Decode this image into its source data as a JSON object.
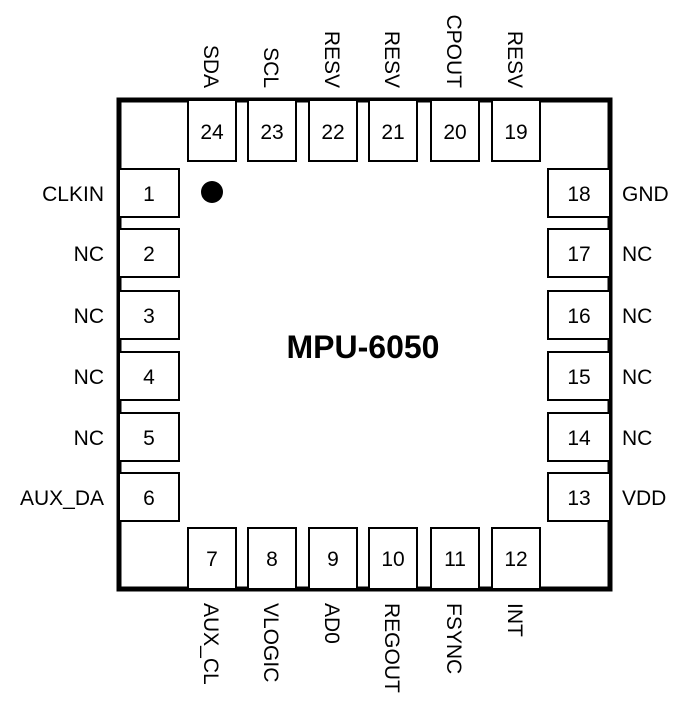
{
  "chip": {
    "name": "MPU-6050",
    "body_color": "#ffffff",
    "outline_color": "#000000"
  },
  "pins": {
    "left": [
      {
        "number": "1",
        "name": "CLKIN"
      },
      {
        "number": "2",
        "name": "NC"
      },
      {
        "number": "3",
        "name": "NC"
      },
      {
        "number": "4",
        "name": "NC"
      },
      {
        "number": "5",
        "name": "NC"
      },
      {
        "number": "6",
        "name": "AUX_DA"
      }
    ],
    "bottom": [
      {
        "number": "7",
        "name": "AUX_CL"
      },
      {
        "number": "8",
        "name": "VLOGIC"
      },
      {
        "number": "9",
        "name": "AD0"
      },
      {
        "number": "10",
        "name": "REGOUT"
      },
      {
        "number": "11",
        "name": "FSYNC"
      },
      {
        "number": "12",
        "name": "INT"
      }
    ],
    "right": [
      {
        "number": "13",
        "name": "VDD"
      },
      {
        "number": "14",
        "name": "NC"
      },
      {
        "number": "15",
        "name": "NC"
      },
      {
        "number": "16",
        "name": "NC"
      },
      {
        "number": "17",
        "name": "NC"
      },
      {
        "number": "18",
        "name": "GND"
      }
    ],
    "top": [
      {
        "number": "19",
        "name": "RESV"
      },
      {
        "number": "20",
        "name": "CPOUT"
      },
      {
        "number": "21",
        "name": "RESV"
      },
      {
        "number": "22",
        "name": "RESV"
      },
      {
        "number": "23",
        "name": "SCL"
      },
      {
        "number": "24",
        "name": "SDA"
      }
    ]
  }
}
